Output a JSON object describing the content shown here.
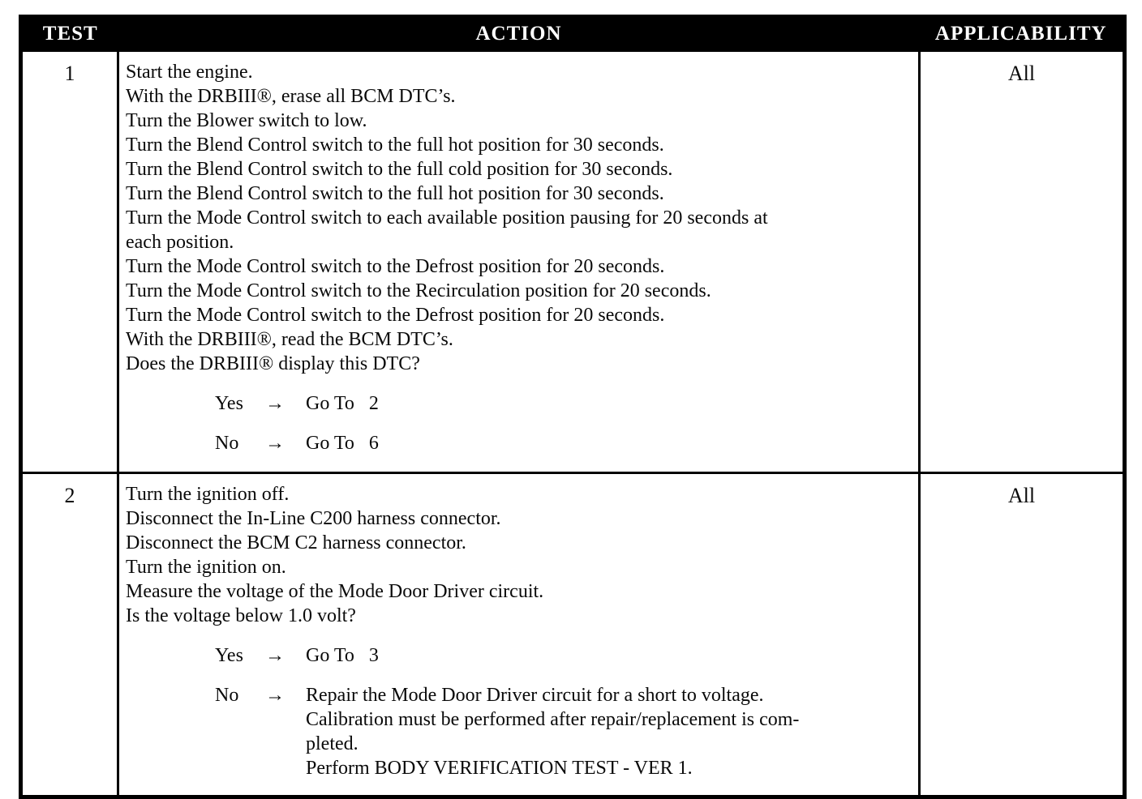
{
  "colors": {
    "header_bg": "#000000",
    "header_text": "#ffffff",
    "body_text": "#0a0a0a",
    "border": "#000000",
    "page_bg": "#ffffff"
  },
  "table": {
    "headers": {
      "test": "TEST",
      "action": "ACTION",
      "applicability": "APPLICABILITY"
    },
    "rows": [
      {
        "test": "1",
        "applicability": "All",
        "steps": [
          "Start the engine.",
          "With the DRBIII®, erase all BCM DTC’s.",
          "Turn the Blower switch to low.",
          "Turn the Blend Control switch to the full hot position for 30 seconds.",
          "Turn the Blend Control switch to the full cold position for 30 seconds.",
          "Turn the Blend Control switch to the full hot position for 30 seconds.",
          "Turn the Mode Control switch to each available position pausing for 20 seconds at",
          "each position.",
          "Turn the Mode Control switch to the Defrost position for 20 seconds.",
          "Turn the Mode Control switch to the Recirculation position for 20 seconds.",
          "Turn the Mode Control switch to the Defrost position for 20 seconds.",
          "With the DRBIII®, read the BCM DTC’s.",
          "Does the DRBIII® display this DTC?"
        ],
        "answers": [
          {
            "label": "Yes",
            "arrow": "→",
            "goto": "Go To",
            "target": "2"
          },
          {
            "label": "No",
            "arrow": "→",
            "goto": "Go To",
            "target": "6"
          }
        ]
      },
      {
        "test": "2",
        "applicability": "All",
        "steps": [
          "Turn the ignition off.",
          "Disconnect the In-Line C200 harness connector.",
          "Disconnect the BCM C2 harness connector.",
          "Turn the ignition on.",
          "Measure the voltage of the Mode Door Driver circuit.",
          "Is the voltage below 1.0 volt?"
        ],
        "answers": [
          {
            "label": "Yes",
            "arrow": "→",
            "goto": "Go To",
            "target": "3"
          },
          {
            "label": "No",
            "arrow": "→",
            "lines": [
              "Repair the Mode Door Driver circuit for a short to voltage.",
              "Calibration must be performed after repair/replacement is com-",
              "pleted.",
              "Perform BODY VERIFICATION TEST - VER 1."
            ]
          }
        ]
      }
    ]
  }
}
